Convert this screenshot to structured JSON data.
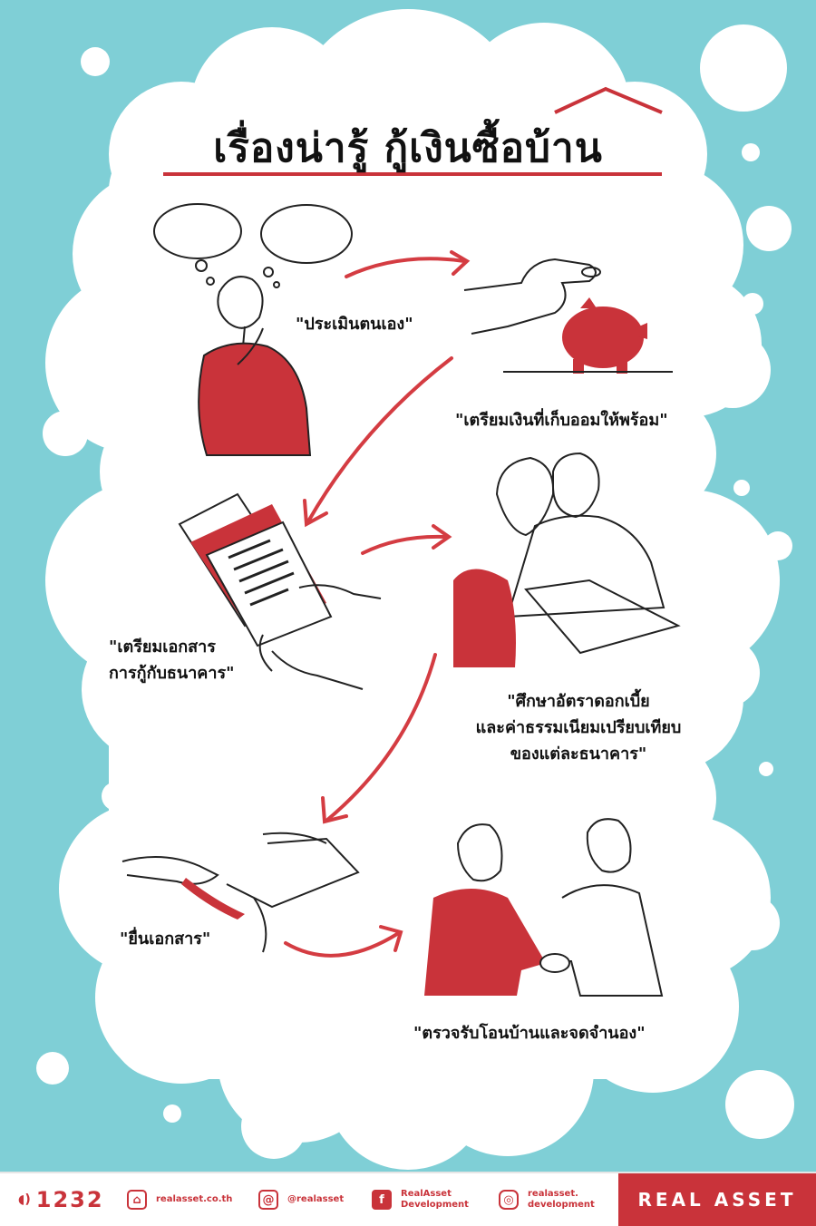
{
  "title": "เรื่องน่ารู้ กู้เงินซื้อบ้าน",
  "steps": [
    {
      "caption": "\"ประเมินตนเอง\""
    },
    {
      "caption": "\"เตรียมเงินที่เก็บออมให้พร้อม\""
    },
    {
      "caption": "\"เตรียมเอกสาร\nการกู้กับธนาคาร\""
    },
    {
      "caption": "\"ศึกษาอัตราดอกเบี้ย\nและค่าธรรมเนียมเปรียบเทียบ\nของแต่ละธนาคาร\""
    },
    {
      "caption": "\"ยื่นเอกสาร\""
    },
    {
      "caption": "\"ตรวจรับโอนบ้านและจดจำนอง\""
    }
  ],
  "footer": {
    "hotline": "1232",
    "website": "realasset.co.th",
    "line": "@realasset",
    "facebook": "RealAsset\nDevelopment",
    "instagram": "realasset.\ndevelopment",
    "brand": "REAL ASSET"
  },
  "colors": {
    "background": "#7fcfd6",
    "accent": "#c9333a",
    "cloud": "#ffffff"
  }
}
